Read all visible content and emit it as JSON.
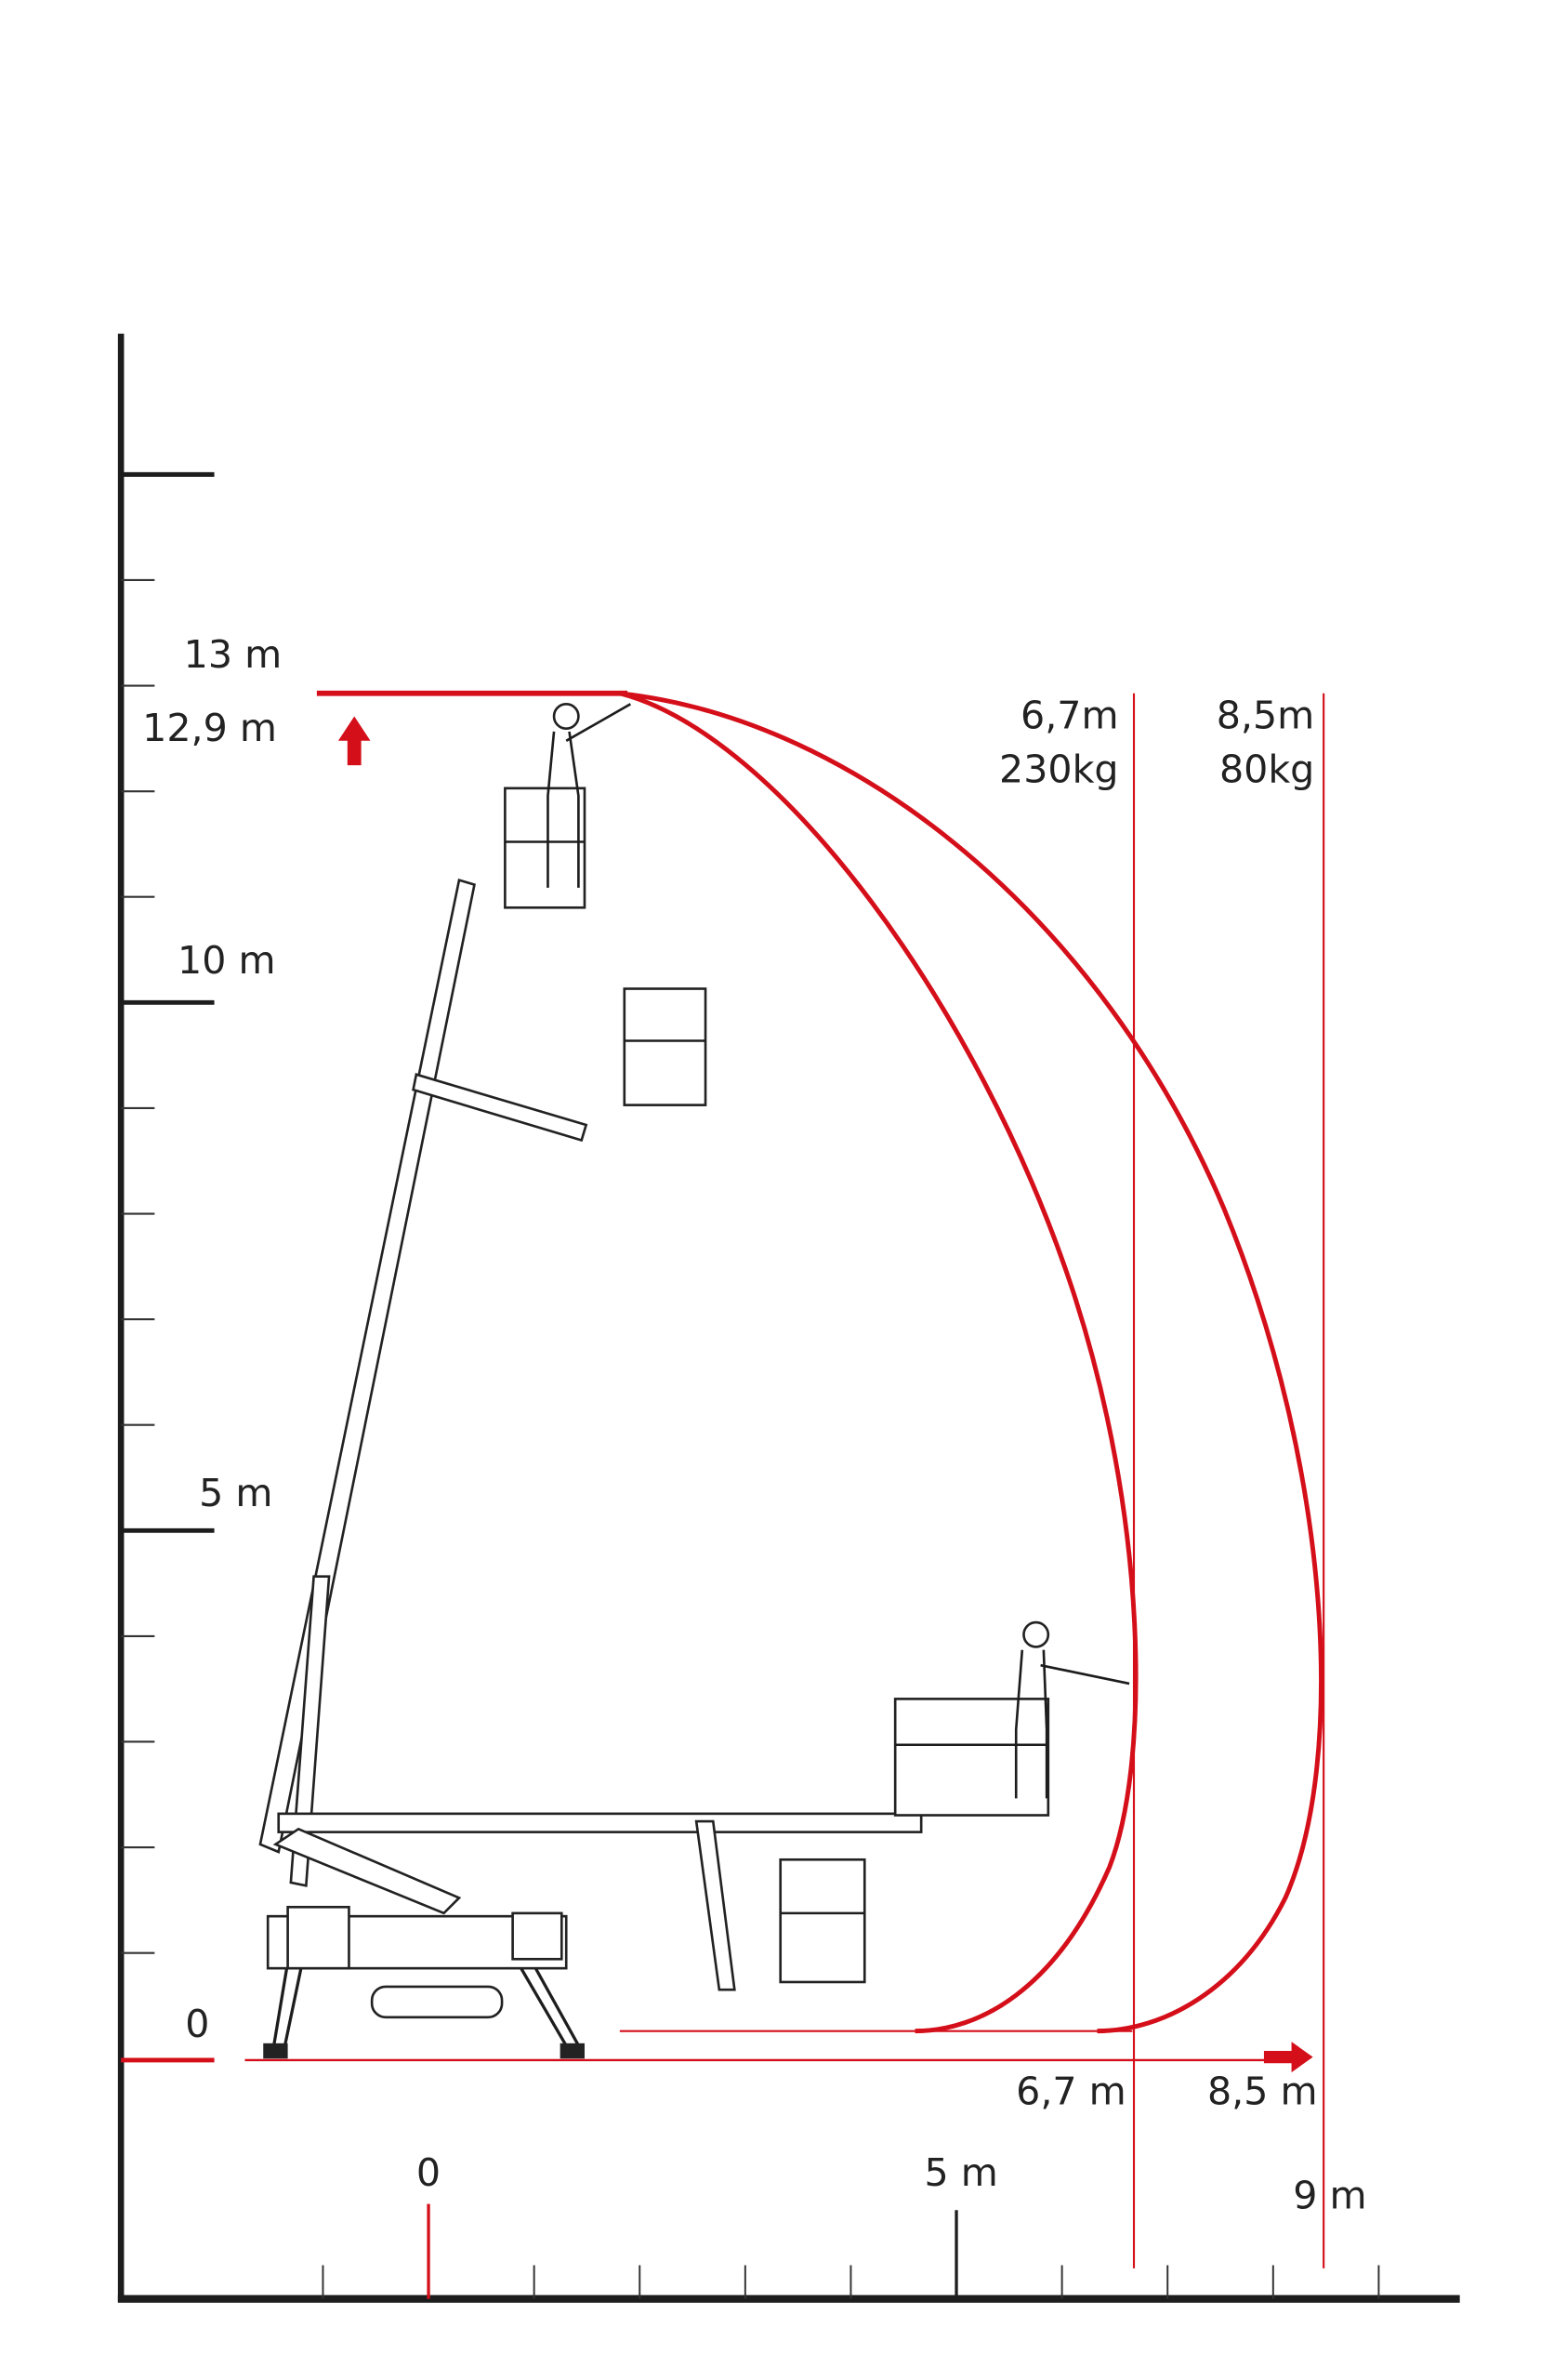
{
  "y_axis": {
    "labels": [
      "13 m",
      "12,9 m",
      "10 m",
      "5 m",
      "0"
    ]
  },
  "x_axis": {
    "labels": [
      "0",
      "5 m",
      "9 m"
    ]
  },
  "reach_limits": [
    {
      "height_label": "6,7m",
      "load_label": "230kg",
      "ground_label": "6,7 m",
      "reach_m": 6.7,
      "load_kg": 230
    },
    {
      "height_label": "8,5m",
      "load_label": "80kg",
      "ground_label": "8,5 m",
      "reach_m": 8.5,
      "load_kg": 80
    }
  ],
  "max_height_m": 12.9,
  "colors": {
    "envelope": "#d40f1a",
    "axis": "#1d1d1d"
  }
}
